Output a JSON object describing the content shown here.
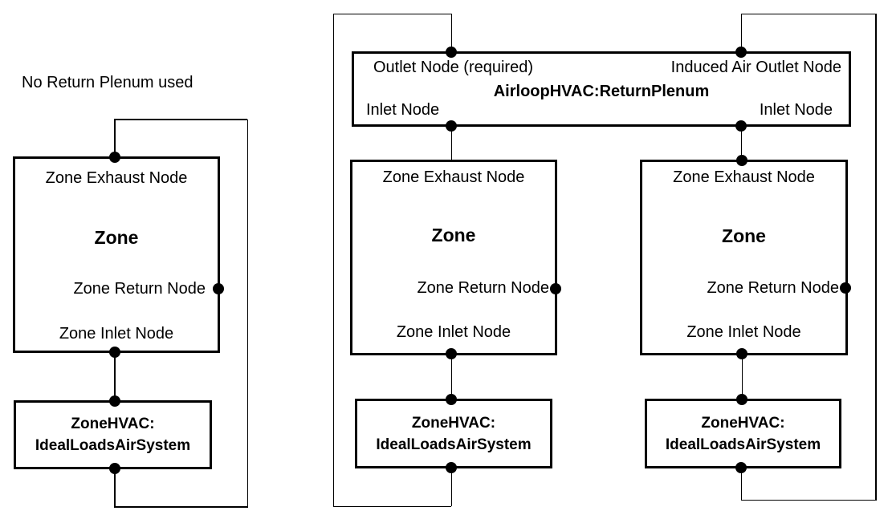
{
  "caption": "No Return Plenum used",
  "plenum": {
    "outlet_node": "Outlet Node (required)",
    "induced_air_outlet_node": "Induced Air Outlet Node",
    "title": "AirloopHVAC:ReturnPlenum",
    "inlet_node_left": "Inlet Node",
    "inlet_node_right": "Inlet Node"
  },
  "zone_left": {
    "exhaust_node": "Zone Exhaust Node",
    "title": "Zone",
    "return_node": "Zone Return Node",
    "inlet_node": "Zone Inlet Node"
  },
  "zone_middle": {
    "exhaust_node": "Zone Exhaust Node",
    "title": "Zone",
    "return_node": "Zone Return Node",
    "inlet_node": "Zone Inlet Node"
  },
  "zone_right": {
    "exhaust_node": "Zone Exhaust Node",
    "title": "Zone",
    "return_node": "Zone Return Node",
    "inlet_node": "Zone Inlet Node"
  },
  "hvac_left": {
    "line1": "ZoneHVAC:",
    "line2": "IdealLoadsAirSystem"
  },
  "hvac_middle": {
    "line1": "ZoneHVAC:",
    "line2": "IdealLoadsAirSystem"
  },
  "hvac_right": {
    "line1": "ZoneHVAC:",
    "line2": "IdealLoadsAirSystem"
  },
  "colors": {
    "line": "#000000",
    "background": "#ffffff",
    "text": "#000000"
  }
}
